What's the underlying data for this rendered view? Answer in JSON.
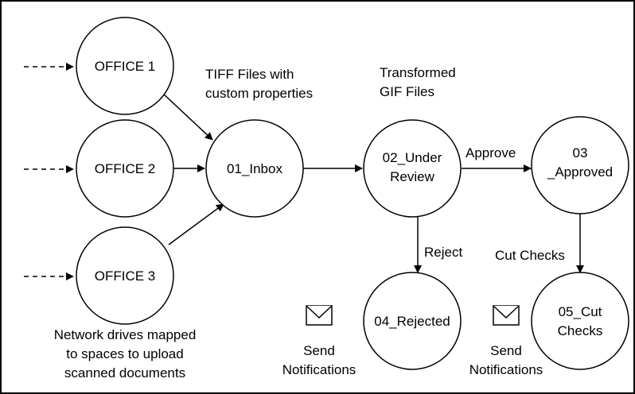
{
  "nodes": {
    "office1": "OFFICE 1",
    "office2": "OFFICE 2",
    "office3": "OFFICE 3",
    "inbox": "01_Inbox",
    "under_review": [
      "02_Under",
      "Review"
    ],
    "approved": [
      "03",
      "_Approved"
    ],
    "rejected": "04_Rejected",
    "cut_checks": [
      "05_Cut",
      "Checks"
    ]
  },
  "edge_labels": {
    "approve": "Approve",
    "reject": "Reject",
    "cut_checks": "Cut Checks"
  },
  "annotations": {
    "tiff": [
      "TIFF Files with",
      "custom properties"
    ],
    "gif": [
      "Transformed",
      "GIF Files"
    ],
    "network": [
      "Network drives mapped",
      "to spaces to upload",
      "scanned documents"
    ],
    "notify_left": [
      "Send",
      "Notifications"
    ],
    "notify_right": [
      "Send",
      "Notifications"
    ]
  },
  "icons": {
    "notify_left": "envelope-icon",
    "notify_right": "envelope-icon"
  }
}
